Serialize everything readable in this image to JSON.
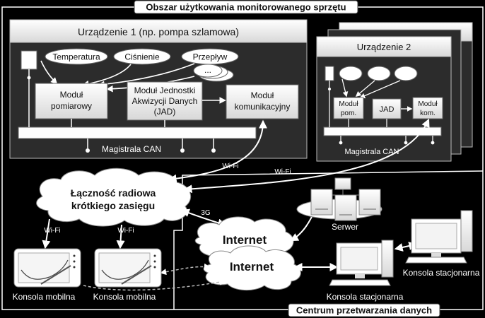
{
  "regions": {
    "monitored_area": "Obszar użytkowania monitorowanego sprzętu",
    "data_center": "Centrum przetwarzania danych"
  },
  "device1": {
    "title": "Urządzenie 1 (np. pompa szlamowa)",
    "sensor_temperature": "Temperatura",
    "sensor_pressure": "Ciśnienie",
    "sensor_flow": "Przepływ",
    "sensor_more": "...",
    "measure_module_line1": "Moduł",
    "measure_module_line2": "pomiarowy",
    "jad_line1": "Moduł Jednostki",
    "jad_line2": "Akwizycji Danych",
    "jad_line3": "(JAD)",
    "comm_module_line1": "Moduł",
    "comm_module_line2": "komunikacyjny",
    "bus": "Magistrala CAN"
  },
  "device2": {
    "title": "Urządzenie 2",
    "back_title": "Urządzenie 3",
    "measure_line1": "Moduł",
    "measure_line2": "pom.",
    "jad": "JAD",
    "comm_line1": "Moduł",
    "comm_line2": "kom.",
    "bus": "Magistrala CAN"
  },
  "network": {
    "radio_line1": "Łączność radiowa",
    "radio_line2": "krótkiego zasięgu",
    "wifi_label": "Wi-Fi",
    "threeg_label": "3G",
    "internet1": "Internet",
    "internet2": "Internet"
  },
  "endpoints": {
    "server": "Serwer",
    "console_stationary": "Konsola stacjonarna",
    "console_mobile": "Konsola mobilna"
  }
}
